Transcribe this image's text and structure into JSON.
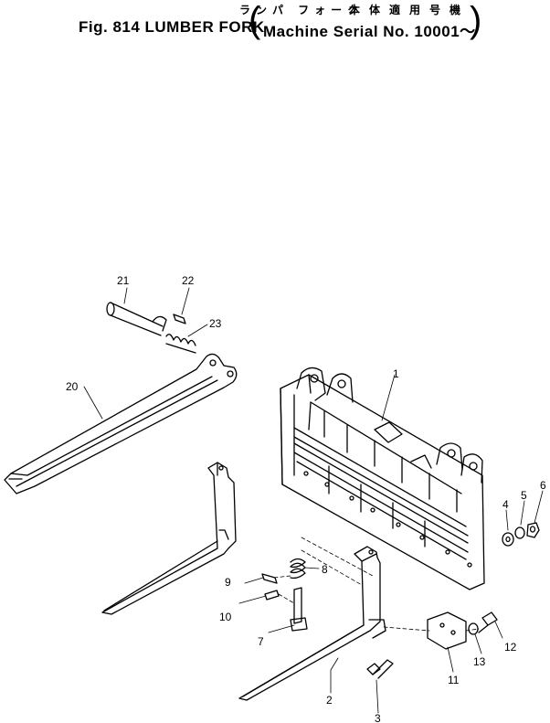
{
  "title": {
    "japanese_part": "ランパ フォーク",
    "japanese_machine": "本体適用号機",
    "figure": "Fig. 814 LUMBER FORK",
    "machine_serial": "Machine Serial No. 10001～"
  },
  "callouts": [
    "1",
    "2",
    "3",
    "4",
    "5",
    "6",
    "7",
    "8",
    "9",
    "10",
    "11",
    "12",
    "13",
    "20",
    "21",
    "22",
    "23"
  ]
}
